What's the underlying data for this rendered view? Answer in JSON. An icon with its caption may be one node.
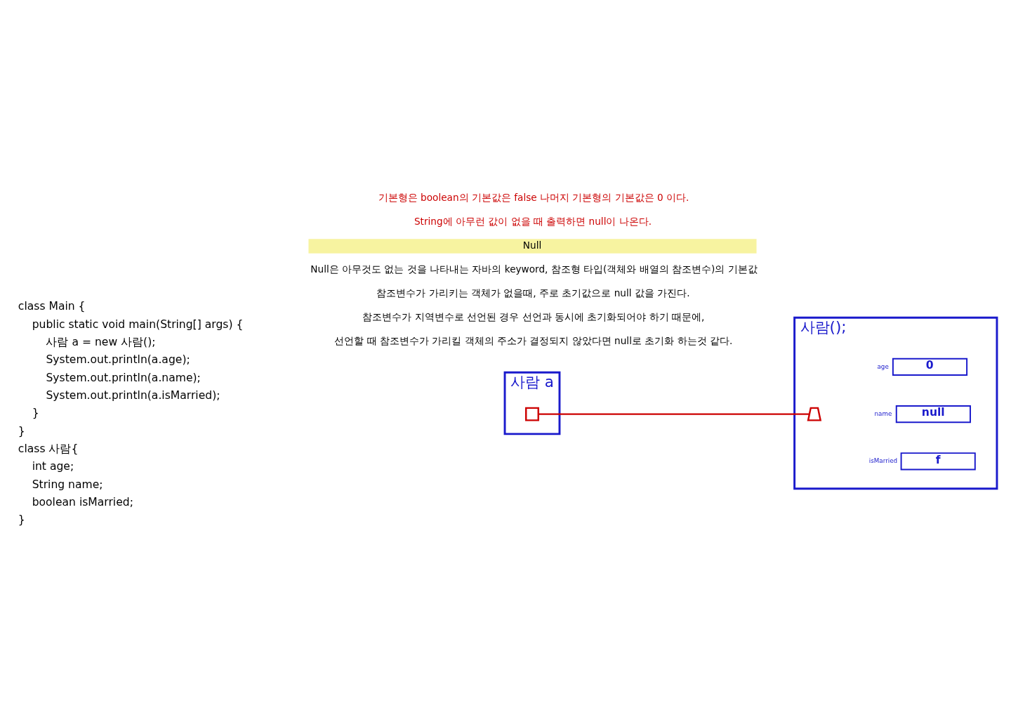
{
  "diagram": {
    "nodes": [
      {
        "text": [
          "사람 a"
        ]
      },
      {
        "text": [],
        "shape": "box",
        "in": 0
      },
      {
        "text": [
          "사람();"
        ]
      },
      {
        "text": [],
        "shape": "trapezium",
        "in": 2
      },
      {
        "text": [
          "0"
        ],
        "beside": [
          "age"
        ],
        "in": 2
      },
      {
        "text": [
          "null"
        ],
        "beside": [
          "name"
        ],
        "in": 2
      },
      {
        "text": [
          "f"
        ],
        "beside": [
          "isMarried"
        ],
        "in": 2
      }
    ],
    "edges": [
      {
        "from": 1,
        "to": 3,
        "arrow": "none",
        "color": "#cc0000"
      }
    ],
    "labels": [
      "class Main {",
      "public static void main(String[] args) {",
      "사람 a = new 사람();",
      "System.out.println(a.age);",
      "System.out.println(a.name);",
      "System.out.println(a.isMarried);",
      "}",
      "}",
      "class 사람{",
      "int age;",
      "String name;",
      "boolean isMarried;",
      "}",
      "기본형은 boolean의 기본값은 false 나머지 기본형의 기본값은 0 이다.",
      "String에 아무런 값이 없을 때 출력하면 null이 나온다.",
      "Null",
      "Null은 아무것도 없는 것을 나타내는 자바의 keyword, 참조형 타입(객체와 배열의 참조변수)의 기본값",
      "참조변수가 가리키는 객체가 없을때, 주로 초기값으로 null 값을 가진다.",
      "참조변수가 지역변수로 선언된 경우 선언과 동시에 초기화되어야 하기 때문에,",
      "선언할 때 참조변수가 가리킬 객체의 주소가 결정되지 않았다면 null로 초기화 하는것 같다."
    ]
  }
}
